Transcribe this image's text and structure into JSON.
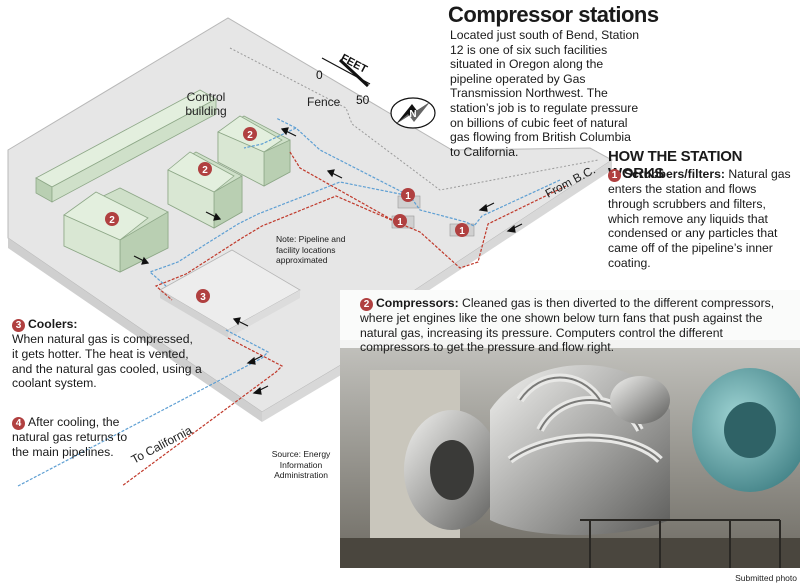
{
  "title": "Compressor stations",
  "intro": "Located just south of Bend, Station 12 is one of six such facilities situated in Oregon along the pipeline operated by Gas Transmission Northwest. The station’s job is to regulate pressure on billions of cubic feet of natural gas flowing from British Columbia to California.",
  "how_heading": "HOW THE STATION WORKS",
  "steps": {
    "scrubbers": {
      "number": "1",
      "label": "Scrubbers/filters:",
      "text": "Natural gas enters the station and flows through scrubbers and filters, which remove any liquids that condensed or any particles that came off of the pipeline’s inner coating."
    },
    "compressors": {
      "number": "2",
      "label": "Compressors:",
      "text": "Cleaned gas is then diverted to the different compressors, where jet engines like the one shown below turn fans that push against the natural gas, increasing its pressure. Computers control the different compressors to get the pressure and flow right."
    },
    "coolers": {
      "number": "3",
      "label": "Coolers:",
      "text": "When natural gas is compressed, it gets hotter. The heat is vented, and the natural gas cooled, using a coolant system."
    },
    "return": {
      "number": "4",
      "text": "After cooling, the natural gas returns to the main pipelines."
    }
  },
  "map_labels": {
    "control_building": "Control building",
    "fence": "Fence",
    "from_bc": "From B.C.",
    "to_california": "To California",
    "note": "Note: Pipeline and facility locations approximated",
    "source": "Source: Energy Information Administration",
    "scale_unit": "FEET",
    "scale_min": "0",
    "scale_max": "50",
    "north": "N"
  },
  "photo_credit": "Submitted photo",
  "colors": {
    "pad": "#e6e6e6",
    "pad_edge": "#c9c9c9",
    "building": "#cfe0c9",
    "building_roof": "#e3efde",
    "badge": "#b04040",
    "pipe_red": "#c0392b",
    "pipe_blue": "#5e9fd3"
  }
}
